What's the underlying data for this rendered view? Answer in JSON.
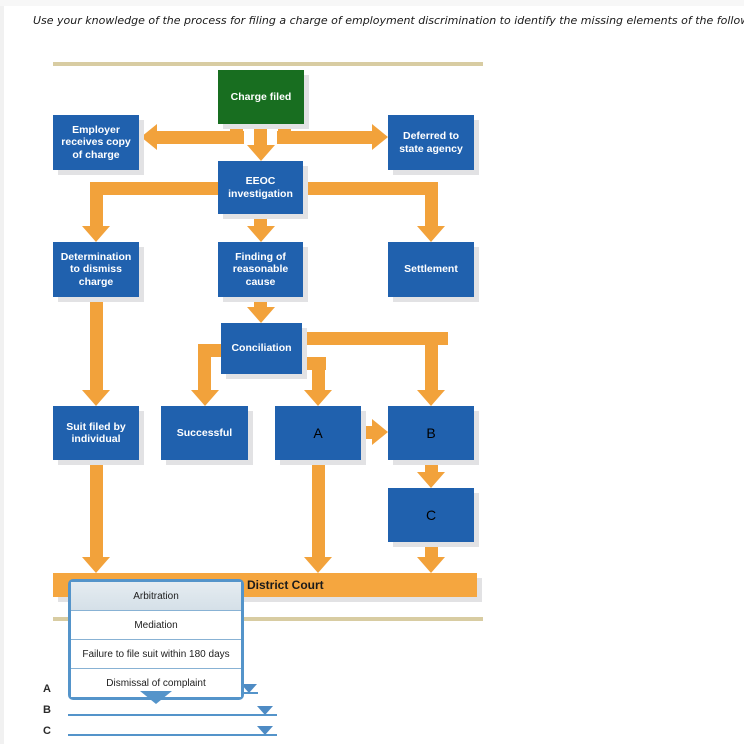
{
  "instruction": "Use your knowledge of the process for filing a charge of employment discrimination to identify the missing elements of the following process model.",
  "flowchart": {
    "charge_filed": "Charge filed",
    "employer": "Employer receives copy of charge",
    "deferred": "Deferred to state agency",
    "eeoc": "EEOC investigation",
    "determination": "Determination to dismiss charge",
    "finding": "Finding of reasonable cause",
    "settlement": "Settlement",
    "conciliation": "Conciliation",
    "suit_filed": "Suit filed by individual",
    "successful": "Successful",
    "blank_a": "A",
    "blank_b": "B",
    "blank_c": "C",
    "district_court": "District Court"
  },
  "dropdown": {
    "options": [
      "Arbitration",
      "Mediation",
      "Failure to file suit within 180 days",
      "Dismissal of complaint"
    ],
    "highlighted_option": "Arbitration"
  },
  "answers": [
    {
      "label": "A",
      "value": ""
    },
    {
      "label": "B",
      "value": ""
    },
    {
      "label": "C",
      "value": ""
    }
  ],
  "colors": {
    "node_blue": "#2061ae",
    "node_green": "#186e20",
    "arrow_orange": "#f2a23b",
    "district_bar_orange": "#f5a63f",
    "divider_tan": "#d8cca2",
    "dropdown_border_blue": "#5494ca",
    "caret_blue": "#4e8bc4"
  }
}
